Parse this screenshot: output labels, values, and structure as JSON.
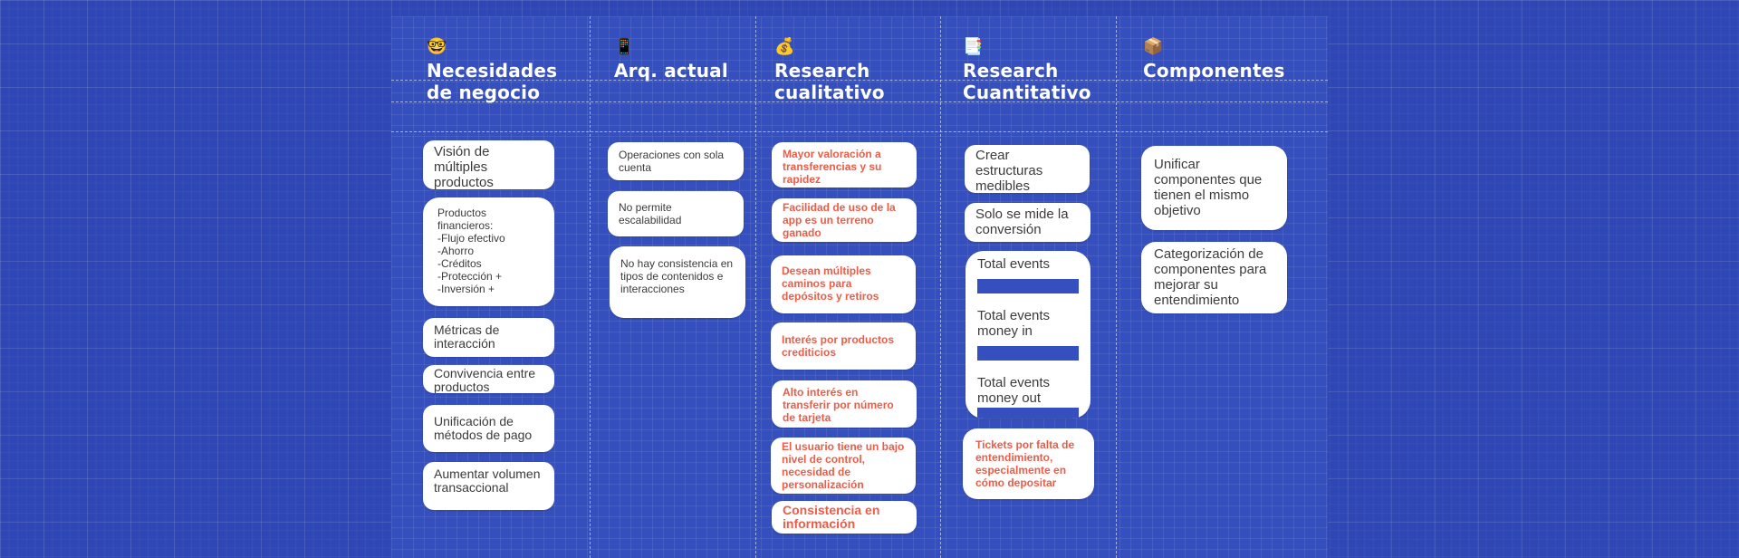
{
  "columns": [
    {
      "emoji": "🤓",
      "title_lines": [
        "Necesidades",
        "de negocio"
      ],
      "cards": [
        "Visión de múltiples productos",
        [
          "Productos financieros:",
          "-Flujo efectivo",
          "-Ahorro",
          "-Créditos",
          "-Protección +",
          "-Inversión +"
        ],
        "Métricas de interacción",
        "Convivencia entre productos",
        "Unificación de métodos de pago",
        "Aumentar volumen transaccional"
      ]
    },
    {
      "emoji": "📱",
      "title_lines": [
        "Arq. actual"
      ],
      "cards": [
        "Operaciones con sola cuenta",
        "No permite escalabilidad",
        "No hay consistencia en tipos de contenidos e interacciones"
      ]
    },
    {
      "emoji": "💰",
      "title_lines": [
        "Research",
        "cualitativo"
      ],
      "cards": [
        "Mayor valoración a transferencias y su rapidez",
        "Facilidad de uso de la app es un terreno ganado",
        "Desean múltiples caminos para depósitos y retiros",
        "Interés por productos crediticios",
        "Alto interés en transferir por número de tarjeta",
        "El usuario tiene un bajo nivel de control, necesidad de personalización",
        "Consistencia en información"
      ]
    },
    {
      "emoji": "📑",
      "title_lines": [
        "Research",
        "Cuantitativo"
      ],
      "cards": [
        "Crear estructuras medibles",
        "Solo se mide la conversión"
      ],
      "metrics": [
        "Total events",
        "Total events money in",
        "Total events money out"
      ],
      "tickets_card": "Tickets  por falta de entendimiento, especialmente en cómo depositar"
    },
    {
      "emoji": "📦",
      "title_lines": [
        "Componentes"
      ],
      "cards": [
        "Unificar componentes que tienen el mismo objetivo",
        "Categorización de componentes para mejorar su entendimiento"
      ]
    }
  ],
  "colors": {
    "background": "#2f47b4",
    "board": "#3550be",
    "card": "#ffffff",
    "card_text": "#3b3b3b",
    "highlight_text": "#ee5b46"
  }
}
